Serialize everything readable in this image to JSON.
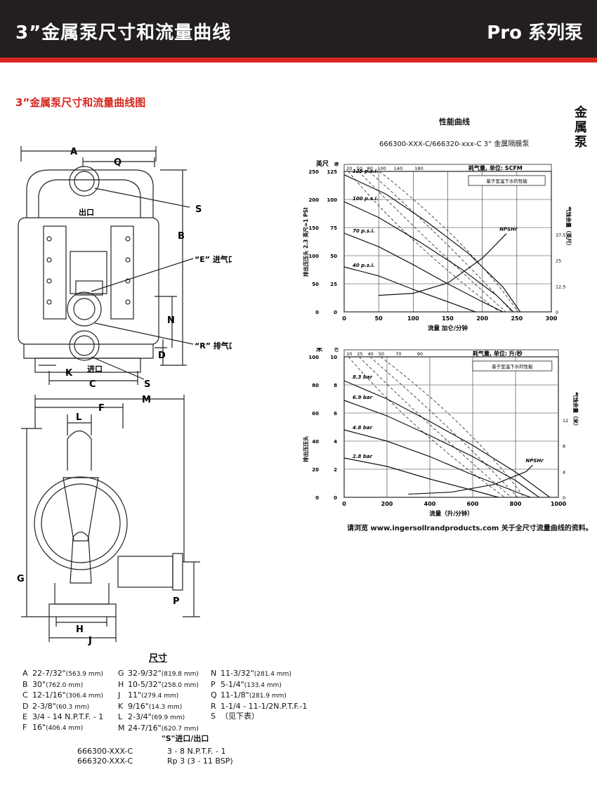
{
  "header": {
    "title": "3”金属泵尺寸和流量曲线",
    "right": "Pro 系列泵"
  },
  "section_title": "3”金属泵尺寸和流量曲线图",
  "side_tab": "金属泵",
  "drawing_labels": {
    "A": "A",
    "Q": "Q",
    "S": "S",
    "outlet": "出口",
    "B": "B",
    "air_inlet": "“E” 进气口",
    "N": "N",
    "exhaust": "“R” 排气口",
    "D": "D",
    "K": "K",
    "inlet": "进口",
    "C": "C",
    "S2": "S",
    "M": "M",
    "F": "F",
    "L": "L",
    "G": "G",
    "P": "P",
    "H": "H",
    "J": "J"
  },
  "performance": {
    "title": "性能曲线",
    "subtitle": "666300-XXX-C/666320-xxx-C 3” 金属隔膜泵",
    "footnote": "请浏览 www.ingersollrandproducts.com 关于全尺寸流量曲线的资料。"
  },
  "chart_data": [
    {
      "type": "line",
      "title": "",
      "xlabel": "流量 加仑/分钟",
      "ylabel": "排出压压头 2.3 英尺=1 PSI",
      "y2label": "气蚀余量（英尺）",
      "x_ticks": [
        "0",
        "50",
        "100",
        "150",
        "200",
        "250",
        "300"
      ],
      "y_ticks_ft": [
        "0",
        "50",
        "100",
        "150",
        "200",
        "250"
      ],
      "y_ticks_psi": [
        "0",
        "25",
        "50",
        "75",
        "100",
        "125"
      ],
      "y2_ticks": [
        "0",
        "12.5",
        "25",
        "37.5"
      ],
      "top_axis_label": "耗气量, 单位: SCFM",
      "top_axis_ticks": [
        "20",
        "50",
        "80",
        "100",
        "140",
        "180"
      ],
      "corner_labels": {
        "ft": "英尺",
        "psi": "磅"
      },
      "note": "基于室温下水的性能",
      "xlim": [
        0,
        300
      ],
      "ylim_psi": [
        0,
        125
      ],
      "series": [
        {
          "name": "125 p.s.i.",
          "x": [
            0,
            60,
            120,
            180,
            230,
            255
          ],
          "y": [
            122,
            105,
            80,
            52,
            22,
            0
          ]
        },
        {
          "name": "100 p.s.i.",
          "x": [
            0,
            50,
            110,
            170,
            220,
            245
          ],
          "y": [
            98,
            84,
            62,
            38,
            15,
            0
          ]
        },
        {
          "name": "70 p.s.i.",
          "x": [
            0,
            50,
            100,
            150,
            200,
            230
          ],
          "y": [
            70,
            58,
            42,
            25,
            9,
            0
          ]
        },
        {
          "name": "40 p.s.i.",
          "x": [
            0,
            50,
            100,
            150,
            190
          ],
          "y": [
            40,
            32,
            20,
            9,
            0
          ]
        },
        {
          "name": "NPSHr",
          "x": [
            50,
            100,
            150,
            200,
            235
          ],
          "y": [
            8,
            9,
            14,
            26,
            38
          ]
        }
      ]
    },
    {
      "type": "line",
      "title": "",
      "xlabel": "流量（升/分钟）",
      "ylabel": "排出压压头",
      "y2label": "气蚀余量（米）",
      "x_ticks": [
        "0",
        "200",
        "400",
        "600",
        "800",
        "1000"
      ],
      "y_ticks_m": [
        "0",
        "20",
        "40",
        "60",
        "80",
        "100"
      ],
      "y_ticks_bar": [
        "0",
        "2",
        "4",
        "6",
        "8",
        "10"
      ],
      "y2_ticks": [
        "0",
        "4",
        "8",
        "12"
      ],
      "top_axis_label": "耗气量, 单位: 升/秒",
      "top_axis_ticks": [
        "10",
        "25",
        "40",
        "50",
        "70",
        "90"
      ],
      "corner_labels": {
        "m": "米",
        "bar": "巴"
      },
      "note": "基于室温下水的性能",
      "xlim": [
        0,
        1000
      ],
      "ylim_bar": [
        0,
        10
      ],
      "series": [
        {
          "name": "8.3 bar",
          "x": [
            0,
            200,
            400,
            600,
            800,
            960
          ],
          "y": [
            8.3,
            7.0,
            5.4,
            3.7,
            1.8,
            0
          ]
        },
        {
          "name": "6.9 bar",
          "x": [
            0,
            200,
            400,
            600,
            800,
            910
          ],
          "y": [
            6.9,
            5.8,
            4.4,
            2.9,
            1.2,
            0
          ]
        },
        {
          "name": "4.8 bar",
          "x": [
            0,
            200,
            400,
            600,
            800,
            870
          ],
          "y": [
            4.8,
            4.0,
            2.9,
            1.6,
            0.4,
            0
          ]
        },
        {
          "name": "2.8 bar",
          "x": [
            0,
            200,
            400,
            600,
            720
          ],
          "y": [
            2.8,
            2.2,
            1.3,
            0.5,
            0
          ]
        },
        {
          "name": "NPSHr",
          "x": [
            300,
            500,
            700,
            850,
            880
          ],
          "y": [
            0.5,
            0.8,
            2.0,
            4.0,
            5.0
          ]
        }
      ]
    }
  ],
  "dimensions": {
    "title": "尺寸",
    "col1": [
      {
        "k": "A",
        "v": "22-7/32\"",
        "mm": "(563.9 mm)"
      },
      {
        "k": "B",
        "v": "30\"",
        "mm": "(762.0 mm)"
      },
      {
        "k": "C",
        "v": "12-1/16\"",
        "mm": "(306.4 mm)"
      },
      {
        "k": "D",
        "v": "2-3/8\"",
        "mm": "(60.3 mm)"
      },
      {
        "k": "E",
        "v": "3/4 - 14 N.P.T.F. - 1",
        "mm": ""
      },
      {
        "k": "F",
        "v": "16\"",
        "mm": "(406.4 mm)"
      }
    ],
    "col2": [
      {
        "k": "G",
        "v": "32-9/32\"",
        "mm": "(819.8 mm)"
      },
      {
        "k": "H",
        "v": "10-5/32\"",
        "mm": "(258.0 mm)"
      },
      {
        "k": "J",
        "v": "11\"",
        "mm": "(279.4 mm)"
      },
      {
        "k": "K",
        "v": "9/16\"",
        "mm": "(14.3 mm)"
      },
      {
        "k": "L",
        "v": "2-3/4\"",
        "mm": "(69.9 mm)"
      },
      {
        "k": "M",
        "v": "24-7/16\"",
        "mm": "(620.7 mm)"
      }
    ],
    "col3": [
      {
        "k": "N",
        "v": "11-3/32\"",
        "mm": "(281.4 mm)"
      },
      {
        "k": "P",
        "v": "5-1/4\"",
        "mm": "(133.4 mm)"
      },
      {
        "k": "Q",
        "v": "11-1/8\"",
        "mm": "(281.9 mm)"
      },
      {
        "k": "R",
        "v": "1-1/4 - 11-1/2N.P.T.F.-1",
        "mm": ""
      },
      {
        "k": "S",
        "v": "（见下表）",
        "mm": ""
      }
    ]
  },
  "s_table": {
    "header": "\"S\"进口/出口",
    "rows": [
      {
        "model": "666300-XXX-C",
        "value": "3 - 8 N.P.T.F. - 1"
      },
      {
        "model": "666320-XXX-C",
        "value": "Rp 3 (3 - 11 BSP)"
      }
    ]
  }
}
